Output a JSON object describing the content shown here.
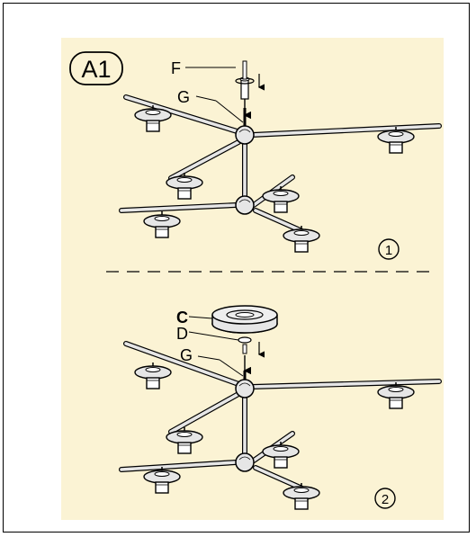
{
  "colors": {
    "panel": "#fbf3d4",
    "ink": "#000000",
    "metal": "#e6e6e6"
  },
  "badge": {
    "text": "A1"
  },
  "step1": {
    "number": "1",
    "labels": {
      "f": "F",
      "g": "G"
    }
  },
  "step2": {
    "number": "2",
    "labels": {
      "c": "C",
      "d": "D",
      "g": "G"
    }
  },
  "icons": [
    "arrow-down-icon",
    "lamp-shade-icon",
    "canopy-icon",
    "separator-dashed-line"
  ]
}
